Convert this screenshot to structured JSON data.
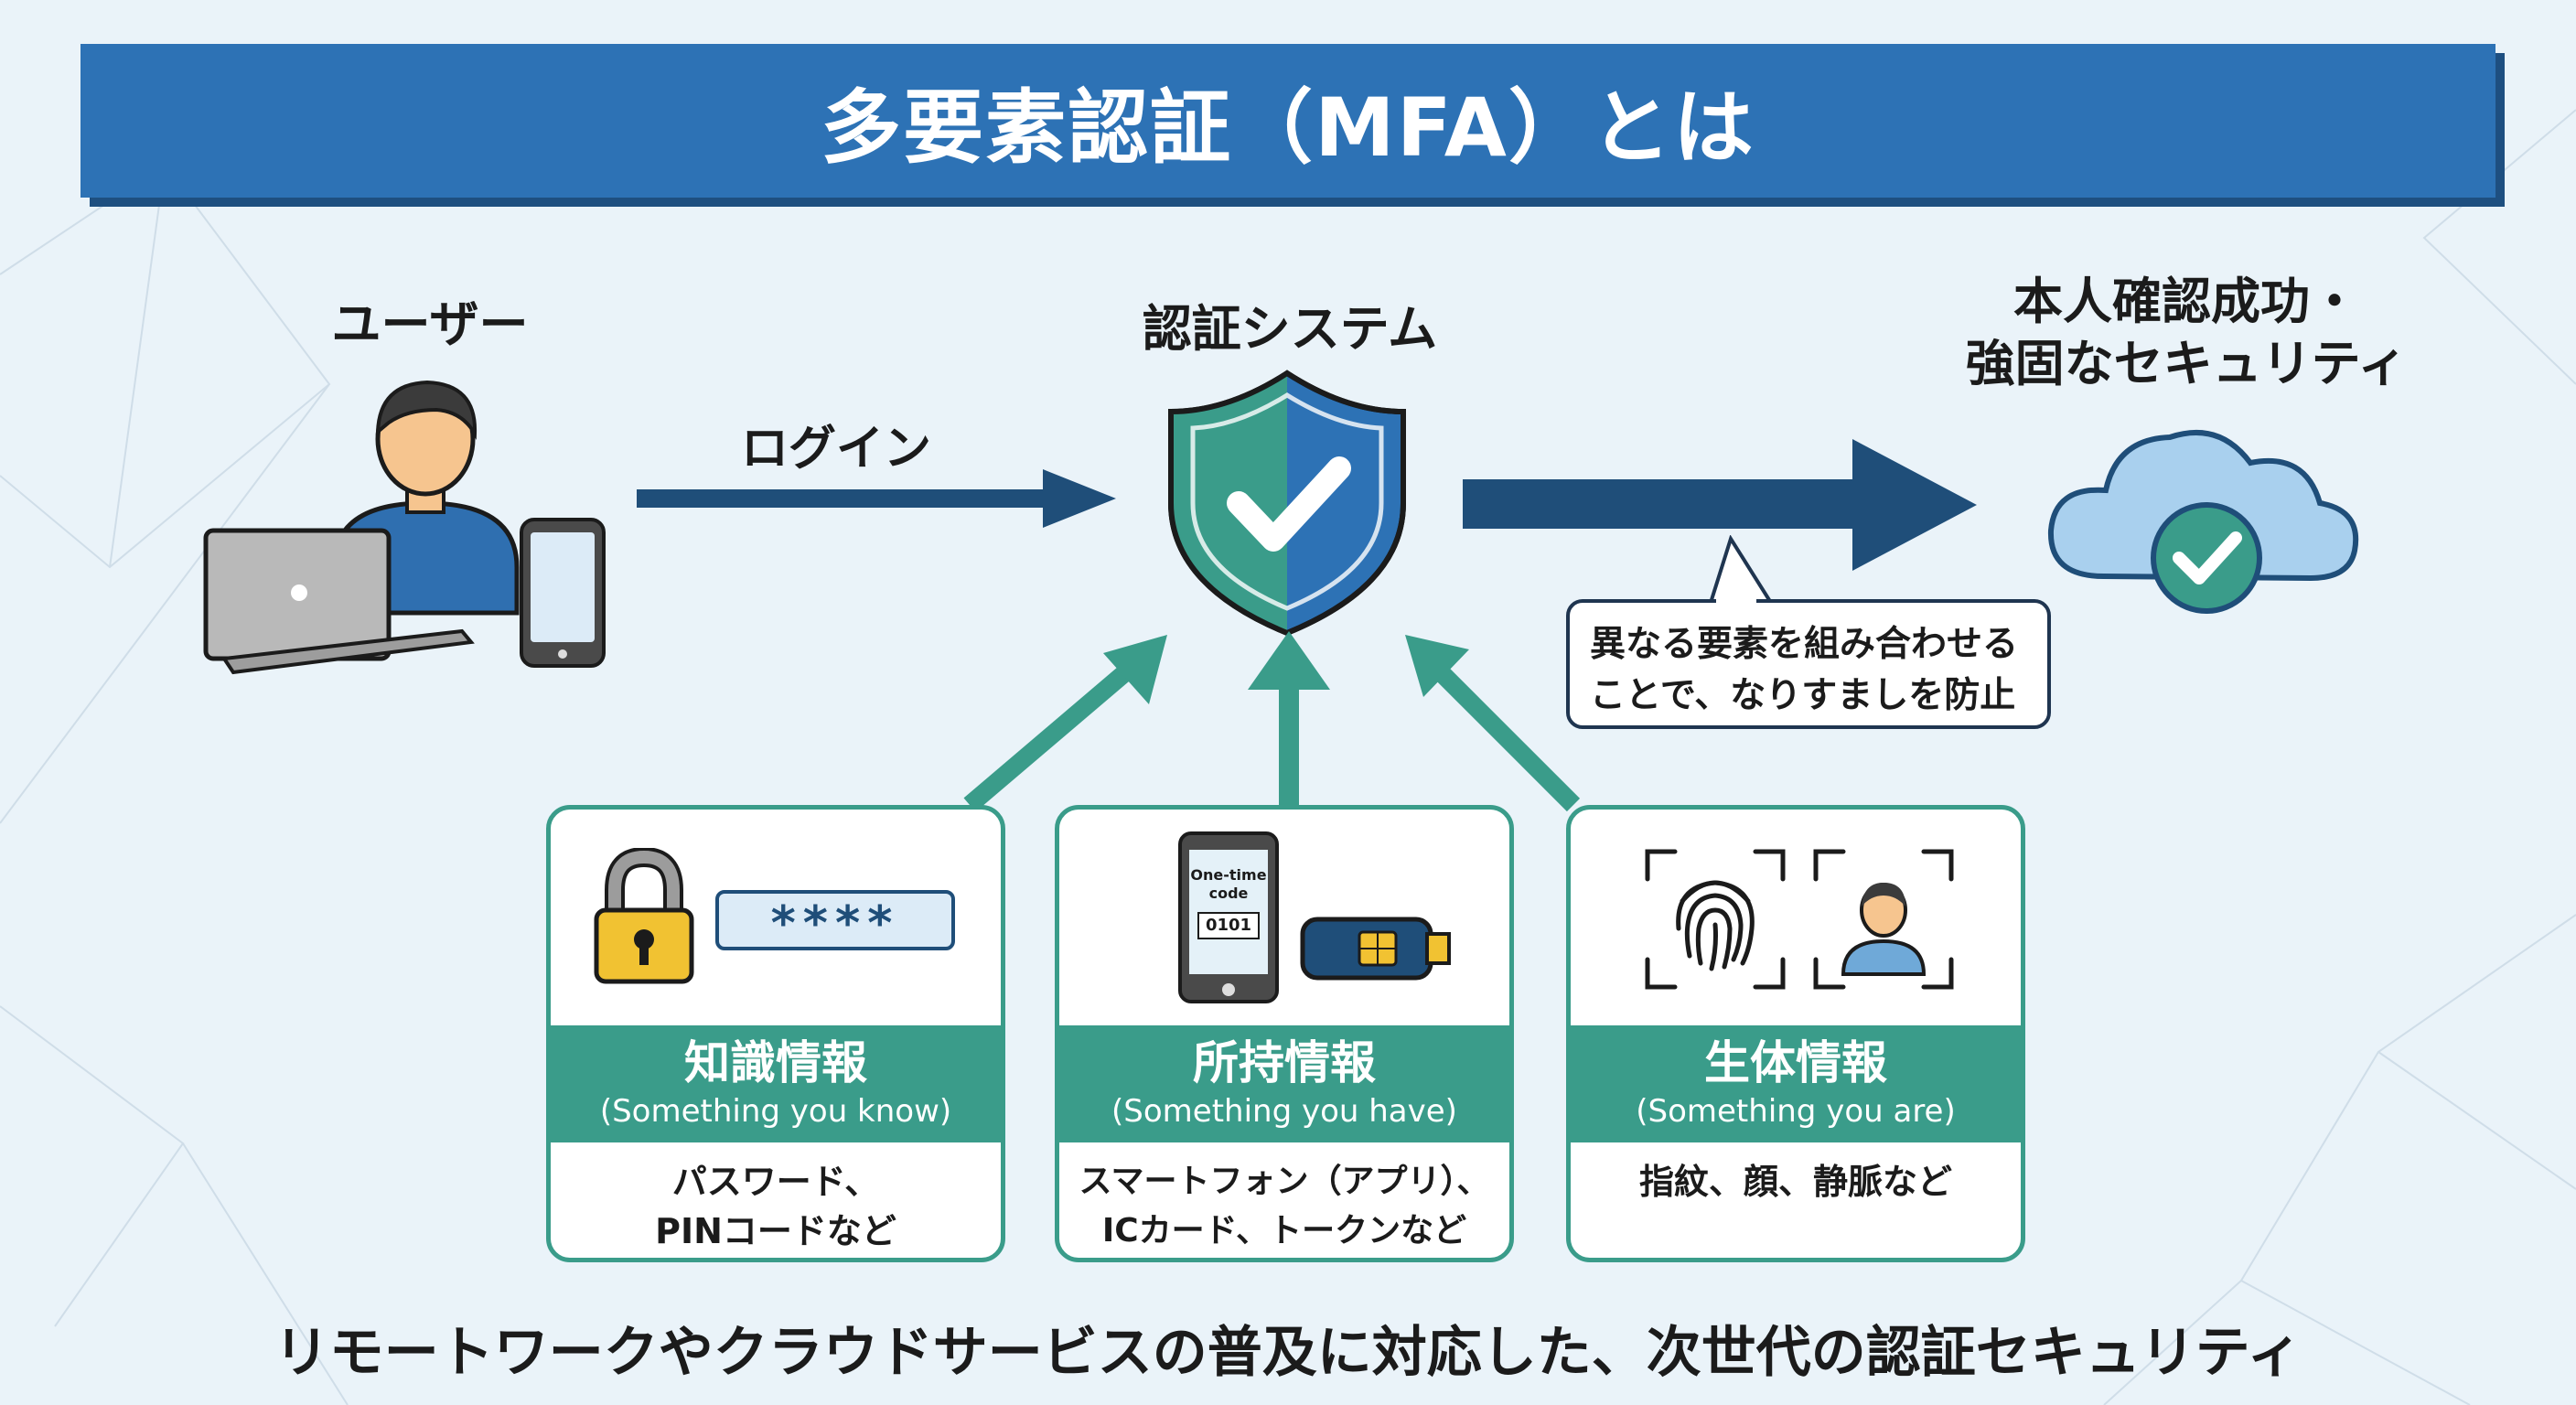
{
  "title": "多要素認証（MFA）とは",
  "actors": {
    "user": "ユーザー",
    "system": "認証システム",
    "result_line1": "本人確認成功・",
    "result_line2": "強固なセキュリティ"
  },
  "login_label": "ログイン",
  "bubble": {
    "line1": "異なる要素を組み合わせる",
    "line2": "ことで、なりすましを防止"
  },
  "factors": [
    {
      "name": "知識情報",
      "sub": "(Something you know)",
      "desc_line1": "パスワード、",
      "desc_line2": "PINコードなど",
      "password_mask": "****"
    },
    {
      "name": "所持情報",
      "sub": "(Something you have)",
      "desc_line1": "スマートフォン（アプリ）、",
      "desc_line2": "ICカード、トークンなど",
      "otp_label_line1": "One-time",
      "otp_label_line2": "code",
      "otp_code": "0101"
    },
    {
      "name": "生体情報",
      "sub": "(Something you are)",
      "desc_line1": "指紋、顔、静脈など"
    }
  ],
  "footer": "リモートワークやクラウドサービスの普及に対応した、次世代の認証セキュリティ",
  "colors": {
    "title_bar": "#2d72b5",
    "teal": "#3a9c8a",
    "navy_arrow": "#1f4e79",
    "background": "#eaf3f9"
  }
}
